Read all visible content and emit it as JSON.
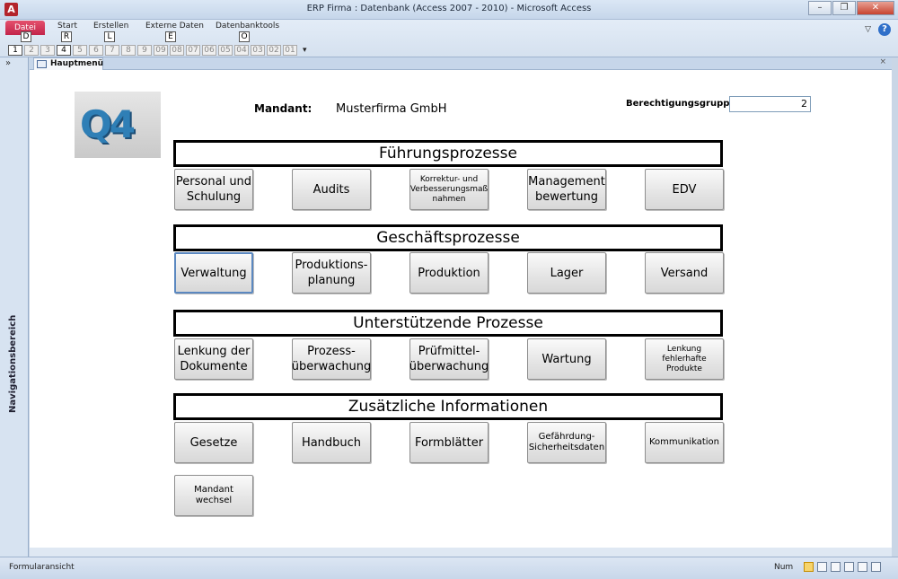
{
  "window": {
    "app_icon": "A",
    "title": "ERP Firma : Datenbank (Access 2007 - 2010)  -  Microsoft Access",
    "min": "–",
    "max": "❐",
    "close": "✕"
  },
  "ribbon": {
    "tabs": [
      {
        "label": "Datei",
        "key": "D"
      },
      {
        "label": "Start",
        "key": "R"
      },
      {
        "label": "Erstellen",
        "key": "L"
      },
      {
        "label": "Externe Daten",
        "key": "E"
      },
      {
        "label": "Datenbanktools",
        "key": "O"
      }
    ],
    "qat_keys": [
      "1",
      "2",
      "3",
      "4",
      "5",
      "6",
      "7",
      "8",
      "9",
      "09",
      "08",
      "07",
      "06",
      "05",
      "04",
      "03",
      "02",
      "01"
    ],
    "qat_menu": "▾",
    "help": "?",
    "minimize_ribbon": "▽"
  },
  "nav": {
    "toggle": "»",
    "label": "Navigationsbereich"
  },
  "document": {
    "tab_label": "Hauptmenü",
    "close": "×"
  },
  "form": {
    "logo_text": "Q4",
    "mandant_label": "Mandant:",
    "mandant_value": "Musterfirma GmbH",
    "berechtigung_label": "Berechtigungsgruppe:",
    "berechtigung_value": "2",
    "sections": [
      {
        "title": "Führungsprozesse"
      },
      {
        "title": "Geschäftsprozesse"
      },
      {
        "title": "Unterstützende Prozesse"
      },
      {
        "title": "Zusätzliche Informationen"
      }
    ],
    "buttons": {
      "fp": [
        "Personal und Schulung",
        "Audits",
        "Korrektur- und Verbesserungsmaß nahmen",
        "Management bewertung",
        "EDV"
      ],
      "gp": [
        "Verwaltung",
        "Produktions- planung",
        "Produktion",
        "Lager",
        "Versand"
      ],
      "up": [
        "Lenkung der Dokumente",
        "Prozess- überwachung",
        "Prüfmittel- überwachung",
        "Wartung",
        "Lenkung fehlerhafte Produkte"
      ],
      "zi": [
        "Gesetze",
        "Handbuch",
        "Formblätter",
        "Gefährdung- Sicherheitsdaten",
        "Kommunikation"
      ],
      "extra": "Mandant wechsel"
    }
  },
  "status": {
    "view": "Formularansicht",
    "num": "Num"
  }
}
